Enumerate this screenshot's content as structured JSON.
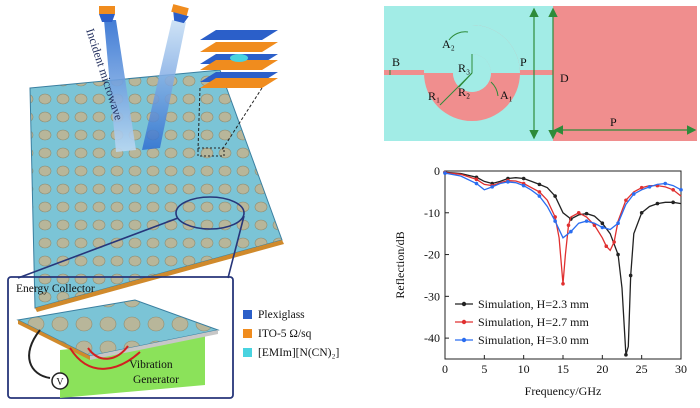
{
  "left_panel": {
    "incident_label": "Incident microwave",
    "energy_collector": "Energy Collector",
    "vibration_generator_line1": "Vibration",
    "vibration_generator_line2": "Generator",
    "voltmeter_symbol": "V",
    "legend": [
      {
        "label": "Plexiglass",
        "color": "#2b5fc9"
      },
      {
        "label": "ITO-5 Ω/sq",
        "color": "#f08c1e"
      },
      {
        "label": "[EMIm][N(CN)₂]",
        "color": "#49d3e0"
      }
    ]
  },
  "unit_cell": {
    "labels": {
      "A1": "A₁",
      "A2": "A₂",
      "R1": "R₁",
      "R2": "R₂",
      "R3": "R₃",
      "B": "B",
      "P_vertical": "P",
      "D": "D",
      "P_horizontal": "P"
    },
    "colors": {
      "substrate": "#a2ece6",
      "patch": "#f08e8e",
      "arrow": "#2e8b3a"
    }
  },
  "chart_data": {
    "type": "line",
    "xlabel": "Frequency/GHz",
    "ylabel": "Reflection/dB",
    "xlim": [
      0,
      30
    ],
    "ylim": [
      -45,
      0
    ],
    "xticks": [
      "0",
      "5",
      "10",
      "15",
      "20",
      "25",
      "30"
    ],
    "yticks": [
      "0",
      "-10",
      "-20",
      "-30",
      "-40"
    ],
    "legend_position": "bottom-left",
    "series": [
      {
        "name": "Simulation, H=2.3 mm",
        "color": "#222222",
        "x": [
          0,
          2,
          4,
          5,
          6,
          7,
          8,
          9,
          10,
          11,
          12,
          13,
          14,
          15,
          16,
          17,
          18,
          19,
          20,
          21,
          22,
          22.5,
          23,
          23.3,
          23.6,
          24,
          25,
          26,
          27,
          28,
          29,
          30
        ],
        "y": [
          -0.3,
          -0.6,
          -1.5,
          -2.5,
          -3,
          -2.5,
          -1.8,
          -1.6,
          -1.8,
          -2.5,
          -3.2,
          -4,
          -6,
          -10,
          -11.5,
          -10.5,
          -10.2,
          -10.8,
          -12.5,
          -15,
          -20,
          -28,
          -44,
          -42,
          -25,
          -15,
          -10,
          -8.5,
          -7.8,
          -7.5,
          -7.5,
          -7.8
        ]
      },
      {
        "name": "Simulation, H=2.7 mm",
        "color": "#e03030",
        "x": [
          0,
          2,
          4,
          5,
          6,
          7,
          8,
          9,
          10,
          11,
          12,
          13,
          14,
          14.5,
          15,
          15.3,
          15.7,
          16,
          17,
          18,
          19,
          20,
          20.5,
          21,
          21.5,
          22,
          23,
          24,
          25,
          26,
          27,
          28,
          29,
          30
        ],
        "y": [
          -0.4,
          -0.8,
          -2,
          -3.2,
          -3.5,
          -2.8,
          -2.3,
          -2.4,
          -3,
          -4,
          -5,
          -7,
          -11,
          -16,
          -27,
          -20,
          -13,
          -11,
          -10,
          -11,
          -13,
          -16,
          -18,
          -19,
          -17,
          -12,
          -7,
          -5,
          -4,
          -3.5,
          -3.5,
          -3.8,
          -4.5,
          -6
        ]
      },
      {
        "name": "Simulation, H=3.0 mm",
        "color": "#2a6df0",
        "x": [
          0,
          2,
          4,
          5,
          6,
          7,
          8,
          9,
          10,
          11,
          12,
          13,
          14,
          15,
          16,
          17,
          18,
          19,
          20,
          21,
          22,
          23,
          24,
          25,
          26,
          27,
          28,
          29,
          30
        ],
        "y": [
          -0.5,
          -1.2,
          -3,
          -4.5,
          -3.8,
          -3,
          -2.6,
          -2.8,
          -3.5,
          -4.6,
          -6,
          -8.5,
          -12,
          -16,
          -14.5,
          -12.5,
          -12,
          -12.5,
          -13.5,
          -14,
          -12.5,
          -8,
          -5.5,
          -4.5,
          -3.8,
          -3.2,
          -3,
          -3.5,
          -4.5
        ]
      }
    ]
  }
}
